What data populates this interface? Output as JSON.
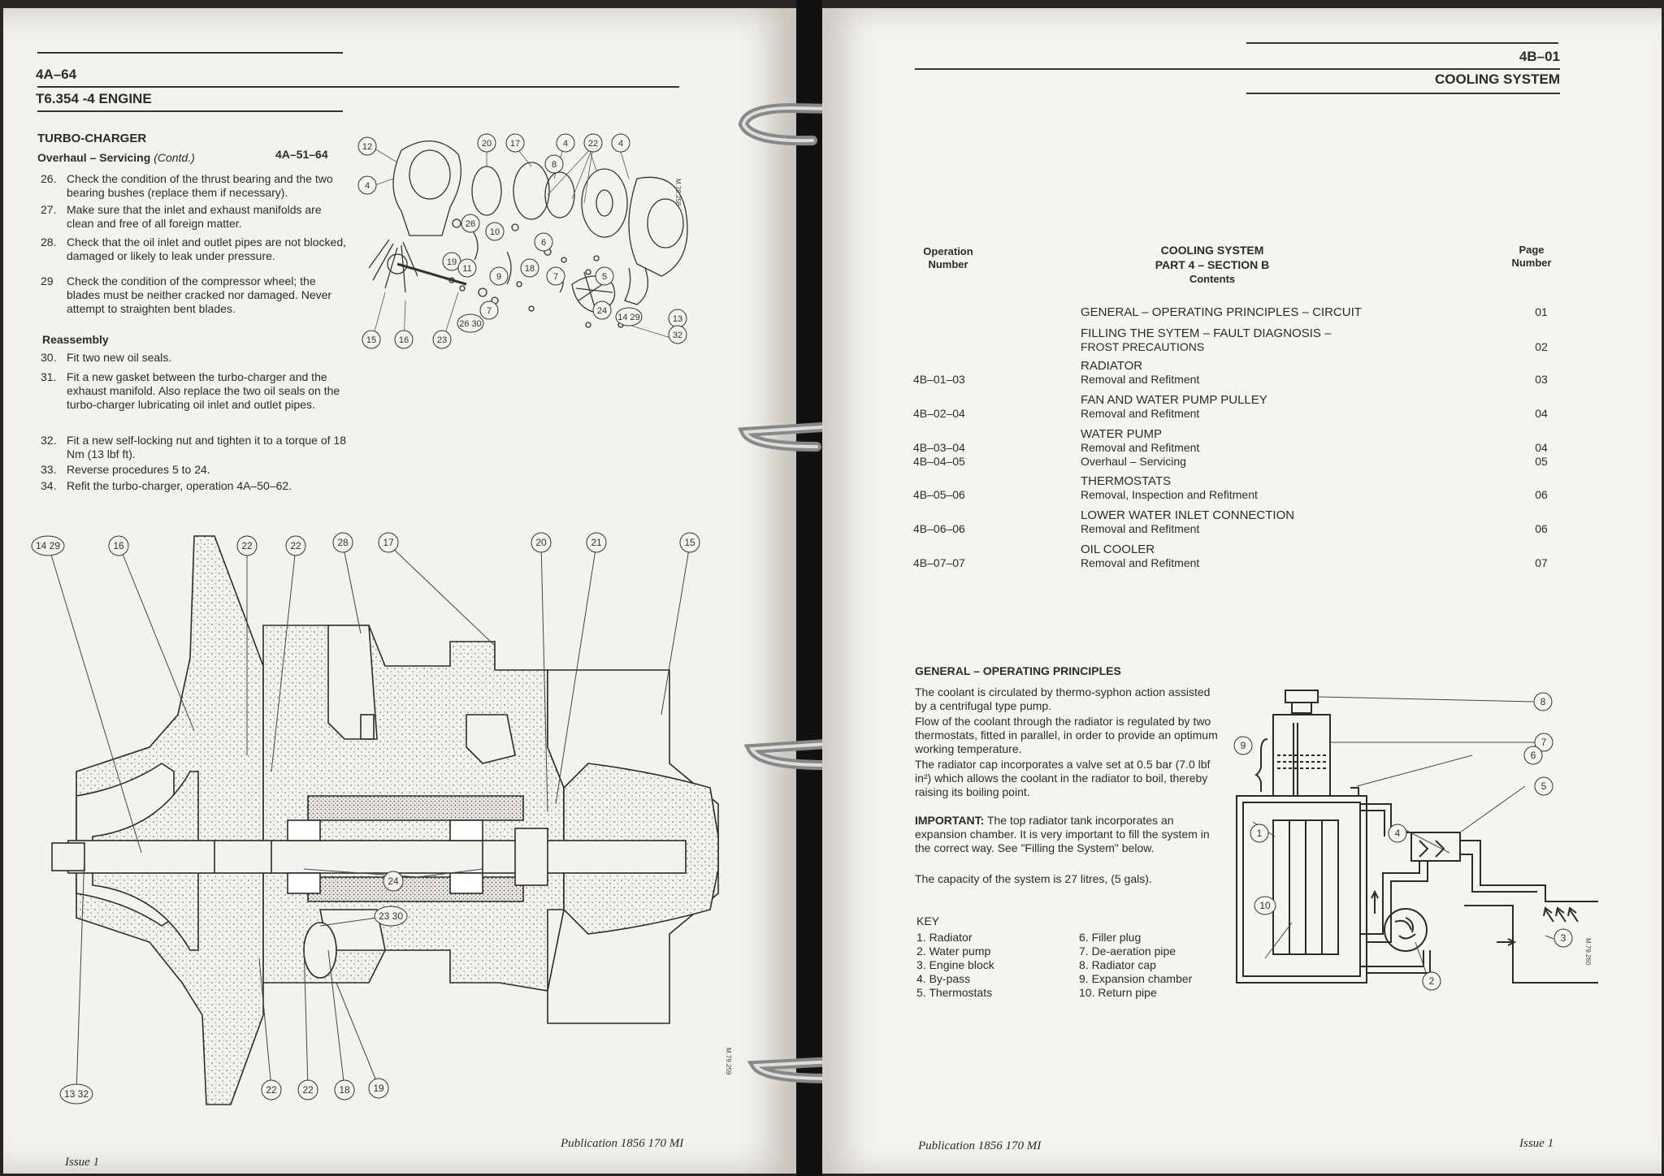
{
  "left_page": {
    "page_ref": "4A–64",
    "engine": "T6.354 -4 ENGINE",
    "section": "TURBO-CHARGER",
    "subsection": "Overhaul – Servicing",
    "subsection_contd": "(Contd.)",
    "op_ref": "4A–51–64",
    "steps_a": [
      {
        "n": "26.",
        "text": "Check the condition of the thrust bearing and the two bearing bushes (replace them if necessary)."
      },
      {
        "n": "27.",
        "text": "Make sure that the inlet and exhaust manifolds are clean and free of all foreign matter."
      },
      {
        "n": "28.",
        "text": "Check that the oil inlet and outlet pipes are not blocked, damaged or likely to leak under pressure."
      },
      {
        "n": "29",
        "text": "Check the condition of the compressor wheel; the blades must be neither cracked nor damaged. Never attempt to straighten bent blades."
      }
    ],
    "reassembly_heading": "Reassembly",
    "steps_b": [
      {
        "n": "30.",
        "text": "Fit two new oil seals."
      },
      {
        "n": "31.",
        "text": "Fit a new gasket between the turbo-charger and the exhaust manifold. Also replace the two oil seals on the turbo-charger lubricating oil inlet and outlet pipes."
      },
      {
        "n": "32.",
        "text": "Fit a new self-locking nut and tighten it to a torque of 18 Nm (13 lbf ft)."
      },
      {
        "n": "33.",
        "text": "Reverse procedures 5 to 24."
      },
      {
        "n": "34.",
        "text": "Refit the turbo-charger, operation 4A–50–62."
      }
    ],
    "exploded_callouts": [
      "12",
      "4",
      "20",
      "17",
      "4",
      "22",
      "4",
      "8",
      "26",
      "10",
      "19",
      "11",
      "9",
      "18",
      "6",
      "5",
      "7",
      "7",
      "24",
      "26 30",
      "14 29",
      "13",
      "32",
      "15",
      "16",
      "23"
    ],
    "exploded_code": "M.79.258",
    "section_callouts": [
      "14 29",
      "16",
      "22",
      "22",
      "28",
      "17",
      "20",
      "21",
      "15",
      "24",
      "23 30",
      "22",
      "22",
      "18",
      "19",
      "13 32"
    ],
    "section_code": "M.79.259",
    "publication": "Publication 1856 170 MI",
    "issue": "Issue 1"
  },
  "right_page": {
    "page_ref": "4B–01",
    "system_title": "COOLING SYSTEM",
    "toc_heading": {
      "op_col": "Operation Number",
      "title_line1": "COOLING SYSTEM",
      "title_line2": "PART 4 – SECTION B",
      "title_line3": "Contents",
      "page_col": "Page Number"
    },
    "toc": [
      {
        "op": "",
        "titles": [
          "GENERAL – OPERATING PRINCIPLES – CIRCUIT"
        ],
        "pages": [
          "01"
        ]
      },
      {
        "op": "",
        "titles": [
          "FILLING THE SYTEM – FAULT DIAGNOSIS –",
          "FROST PRECAUTIONS"
        ],
        "pages": [
          "02"
        ]
      },
      {
        "op": "4B–01–03",
        "titles": [
          "RADIATOR",
          "Removal and Refitment"
        ],
        "pages": [
          "03"
        ]
      },
      {
        "op": "4B–02–04",
        "titles": [
          "FAN AND WATER PUMP PULLEY",
          "Removal and Refitment"
        ],
        "pages": [
          "04"
        ]
      },
      {
        "op": "4B–03–04",
        "op2": "4B–04–05",
        "titles": [
          "WATER PUMP",
          "Removal and Refitment",
          "Overhaul – Servicing"
        ],
        "pages": [
          "04",
          "05"
        ]
      },
      {
        "op": "4B–05–06",
        "titles": [
          "THERMOSTATS",
          "Removal, Inspection and Refitment"
        ],
        "pages": [
          "06"
        ]
      },
      {
        "op": "4B–06–06",
        "titles": [
          "LOWER WATER INLET CONNECTION",
          "Removal and Refitment"
        ],
        "pages": [
          "06"
        ]
      },
      {
        "op": "4B–07–07",
        "titles": [
          "OIL COOLER",
          "Removal and Refitment"
        ],
        "pages": [
          "07"
        ]
      }
    ],
    "general_heading": "GENERAL – OPERATING PRINCIPLES",
    "paragraphs": [
      "The coolant is circulated by thermo-syphon action assisted by a centrifugal type pump.",
      "Flow of the coolant through the radiator is regulated by two thermostats, fitted in parallel, in order to provide an optimum working temperature.",
      "The radiator cap incorporates a valve set at 0.5 bar (7.0 lbf in²) which allows the coolant in the radiator to boil, thereby raising its boiling point."
    ],
    "important_label": "IMPORTANT:",
    "important_text": "The top radiator tank incorporates an expansion chamber. It is very important to fill the system in the correct way. See \"Filling the System\" below.",
    "capacity": "The capacity of the system is 27 litres, (5 gals).",
    "key_heading": "KEY",
    "key_left": [
      "1. Radiator",
      "2. Water pump",
      "3. Engine block",
      "4. By-pass",
      "5. Thermostats"
    ],
    "key_right": [
      "6. Filler plug",
      "7. De-aeration pipe",
      "8. Radiator cap",
      "9. Expansion chamber",
      "10. Return pipe"
    ],
    "diagram_callouts": [
      "8",
      "7",
      "9",
      "6",
      "5",
      "1",
      "4",
      "10",
      "3",
      "2"
    ],
    "diagram_code": "M.79.260",
    "publication": "Publication 1856 170 MI",
    "issue": "Issue 1"
  }
}
